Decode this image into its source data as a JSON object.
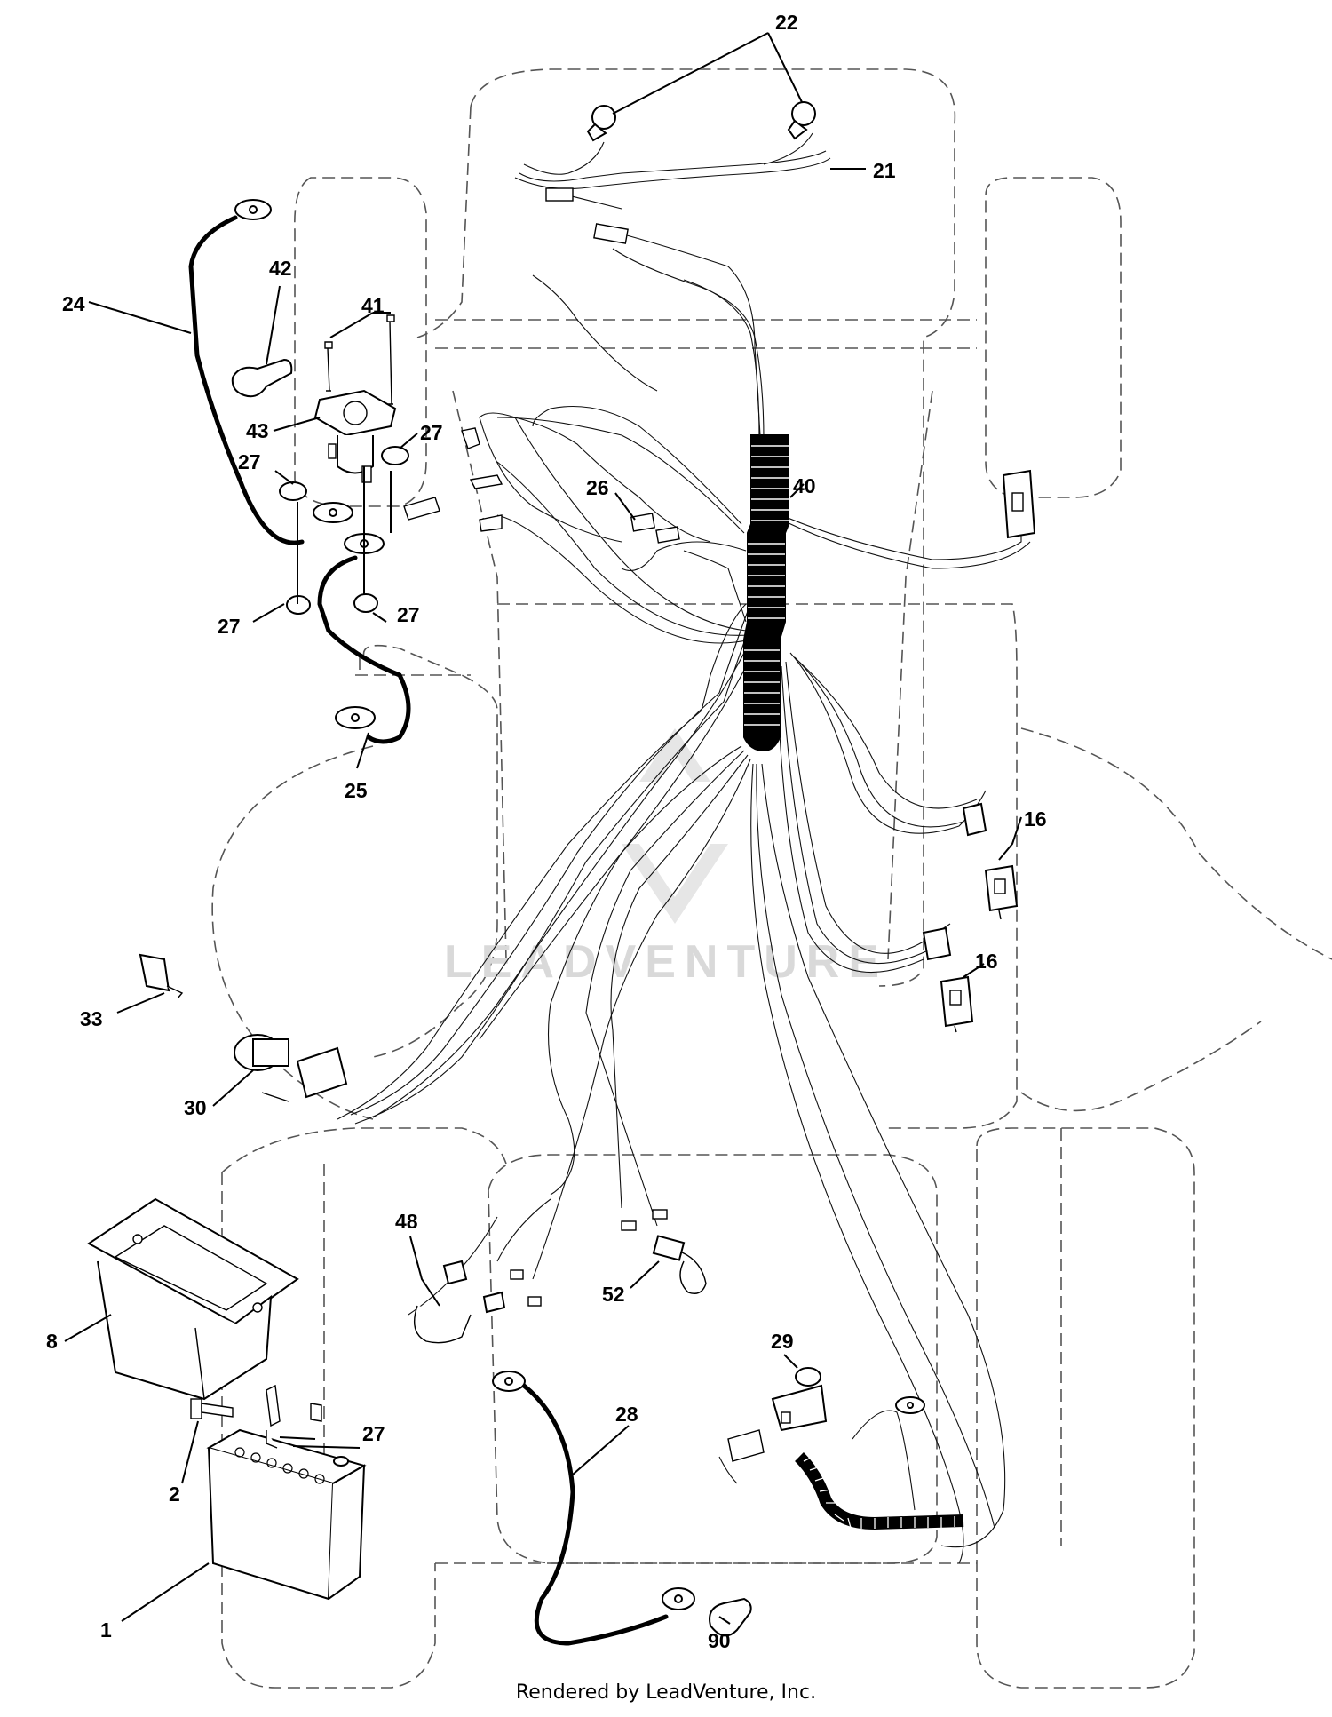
{
  "diagram": {
    "watermark": "LEADVENTURE",
    "footer": "Rendered by LeadVenture, Inc.",
    "callouts": {
      "c22": "22",
      "c21": "21",
      "c24": "24",
      "c42": "42",
      "c41": "41",
      "c43": "43",
      "c27a": "27",
      "c27b": "27",
      "c27c": "27",
      "c27d": "27",
      "c27e": "27",
      "c26": "26",
      "c40": "40",
      "c25": "25",
      "c16a": "16",
      "c16b": "16",
      "c33": "33",
      "c30": "30",
      "c48": "48",
      "c52": "52",
      "c8": "8",
      "c29": "29",
      "c28": "28",
      "c2": "2",
      "c1": "1",
      "c90": "90"
    }
  }
}
